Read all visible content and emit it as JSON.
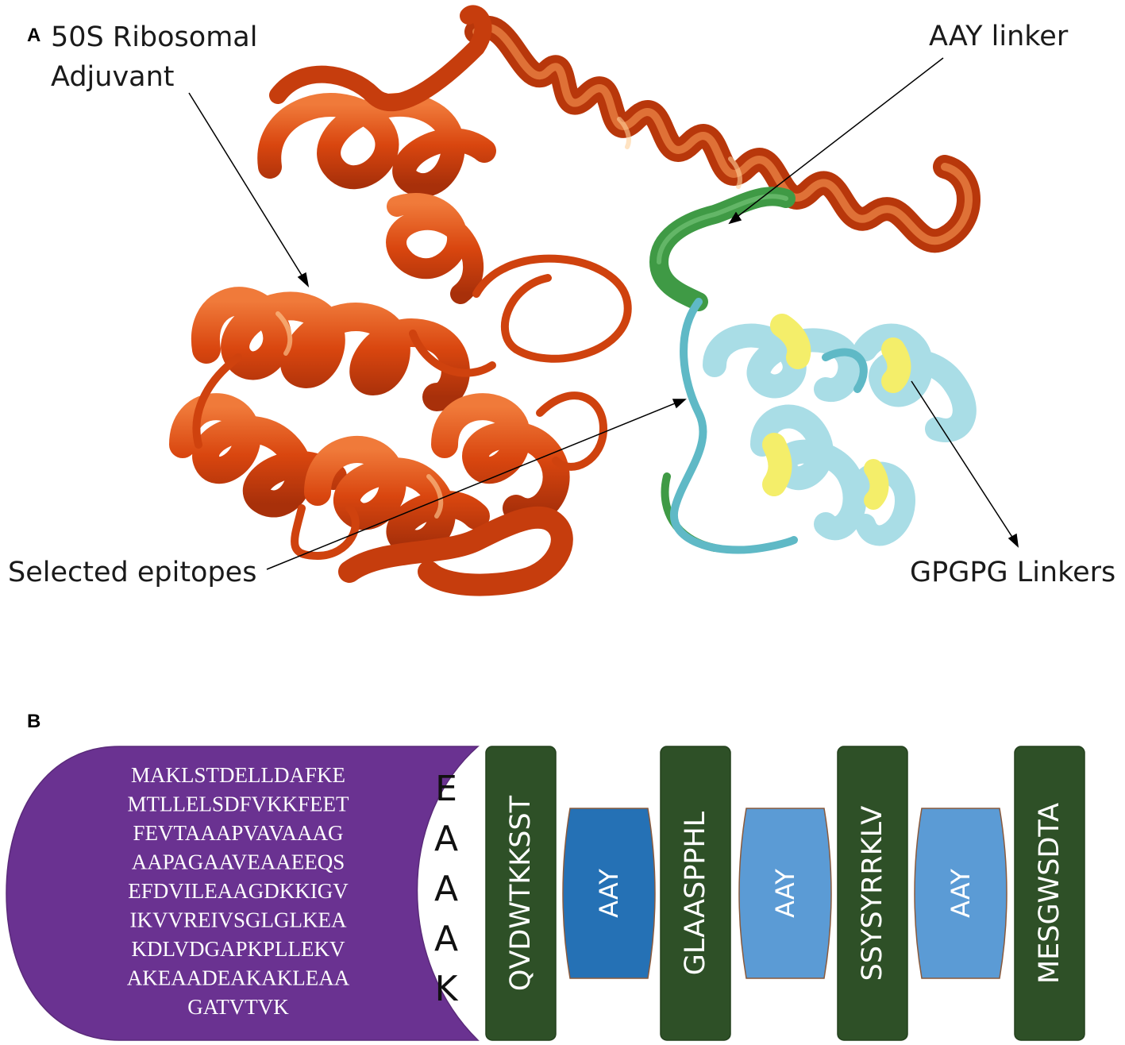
{
  "panel_a": {
    "letter": "A",
    "labels": {
      "adjuvant_line1": "50S Ribosomal",
      "adjuvant_line2": "Adjuvant",
      "aay_linker": "AAY linker",
      "epitopes": "Selected epitopes",
      "gpgpg": "GPGPG Linkers"
    }
  },
  "panel_b": {
    "letter": "B",
    "adjuvant_sequence": [
      "MAKLSTDELLDAFKE",
      "MTLLELSDFVKKFEET",
      "FEVTAAAPVAVAAAG",
      "AAPAGAAVEAAEEQS",
      "EFDVILEAAGDKKIGV",
      "IKVVREIVSGLGLKEA",
      "KDLVDGAPKPLLEKV",
      "AKEAADEAKAKLEAA",
      "GATVTVK"
    ],
    "linker_letters": [
      "E",
      "A",
      "A",
      "A",
      "K"
    ],
    "epitopes": [
      "QVDWTKKSST",
      "GLAASPPHL",
      "SSYSYRRKLV",
      "MESGWSDTA"
    ],
    "aay_linkers": [
      "AAY",
      "AAY",
      "AAY"
    ]
  },
  "colors": {
    "adjuvant_ribbon": "#d9460f",
    "aay_ribbon": "#3f9a45",
    "epitope_ribbon": "#a9dde6",
    "gpgpg_ribbon": "#f4ee6a",
    "adjuvant_block": "#6a3291",
    "epitope_block": "#2e5027",
    "aay_block_dark": "#2571b5",
    "aay_block_light": "#5b9bd5"
  }
}
